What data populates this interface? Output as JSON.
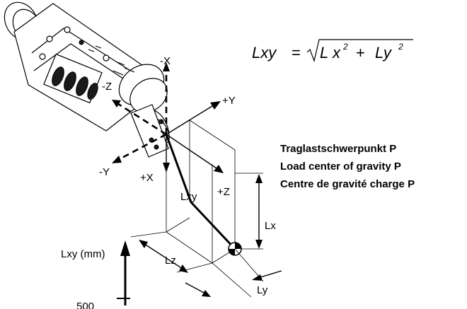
{
  "formula": {
    "lhs": "Lxy",
    "eq": "=",
    "term1": "L x",
    "exp1": "2",
    "plus": "+",
    "term2": "Ly",
    "exp2": "2"
  },
  "axes": {
    "neg_x": "-X",
    "neg_z": "-Z",
    "pos_y": "+Y",
    "neg_y": "-Y",
    "pos_x": "+X",
    "pos_z": "+Z"
  },
  "dimensions": {
    "lxy": "Lxy",
    "lx": "Lx",
    "lz": "Lz",
    "ly": "Ly"
  },
  "legend": {
    "line_de": "Traglastschwerpunkt P",
    "line_en": "Load center of gravity P",
    "line_fr": "Centre de gravité charge P"
  },
  "chart_axis": {
    "label": "Lxy (mm)",
    "tick": "500"
  },
  "colors": {
    "ink": "#000000",
    "background": "#ffffff"
  }
}
